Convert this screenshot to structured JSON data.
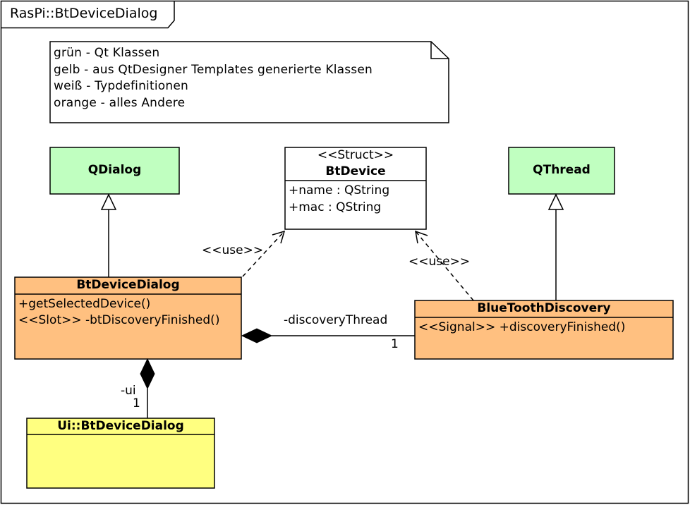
{
  "frame": {
    "title": "RasPi::BtDeviceDialog"
  },
  "note": {
    "lines": [
      "grün  - Qt Klassen",
      "gelb   - aus QtDesigner Templates generierte Klassen",
      "weiß  - Typdefinitionen",
      "orange - alles Andere"
    ]
  },
  "colors": {
    "qt_class": "#c0ffc0",
    "generated_class": "#ffff80",
    "typedef_class": "#ffffff",
    "other_class": "#ffc080"
  },
  "classes": {
    "qdialog": {
      "name": "QDialog"
    },
    "qthread": {
      "name": "QThread"
    },
    "btdevice": {
      "stereotype": "<<Struct>>",
      "name": "BtDevice",
      "attributes": [
        "+name : QString",
        "+mac : QString"
      ]
    },
    "btdevicedialog": {
      "name": "BtDeviceDialog",
      "operations": [
        "+getSelectedDevice()",
        "<<Slot>> -btDiscoveryFinished()"
      ]
    },
    "bluetoothdiscovery": {
      "name": "BlueToothDiscovery",
      "operations": [
        "<<Signal>> +discoveryFinished()"
      ]
    },
    "ui_btdevicedialog": {
      "name": "Ui::BtDeviceDialog"
    }
  },
  "relations": {
    "use_left": "<<use>>",
    "use_right": "<<use>>",
    "discovery_role": "-discoveryThread",
    "discovery_mult": "1",
    "ui_role": "-ui",
    "ui_mult": "1"
  }
}
